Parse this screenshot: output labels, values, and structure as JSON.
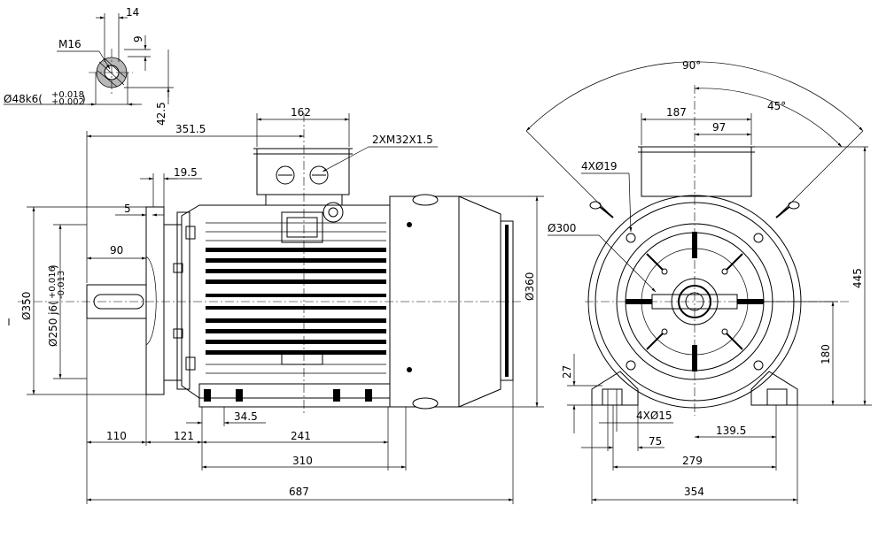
{
  "dims": {
    "d14": "14",
    "m16": "M16",
    "d9": "9",
    "shaft_dia": "Ø48k6(",
    "shaft_tol_up": "+0.018",
    "shaft_tol_dn": "+0.002",
    "close_paren": ")",
    "d42_5": "42.5",
    "d162": "162",
    "d351_5": "351.5",
    "cable": "2XM32X1.5",
    "d19_5": "19.5",
    "d5": "5",
    "d90": "90",
    "d350": "Ø350",
    "spigot": "Ø250 j6(",
    "spigot_tol_up": "+0.016",
    "spigot_tol_dn": "-0.013",
    "d360": "Ø360",
    "d34_5": "34.5",
    "d110": "110",
    "d121": "121",
    "d241": "241",
    "d310": "310",
    "d687": "687",
    "a90": "90°",
    "a45": "45°",
    "d187": "187",
    "d97": "97",
    "holes19": "4XØ19",
    "d300": "Ø300",
    "d445": "445",
    "d180": "180",
    "d27": "27",
    "holes15": "4XØ15",
    "d139_5": "139.5",
    "d75": "75",
    "d279": "279",
    "d354": "354"
  }
}
